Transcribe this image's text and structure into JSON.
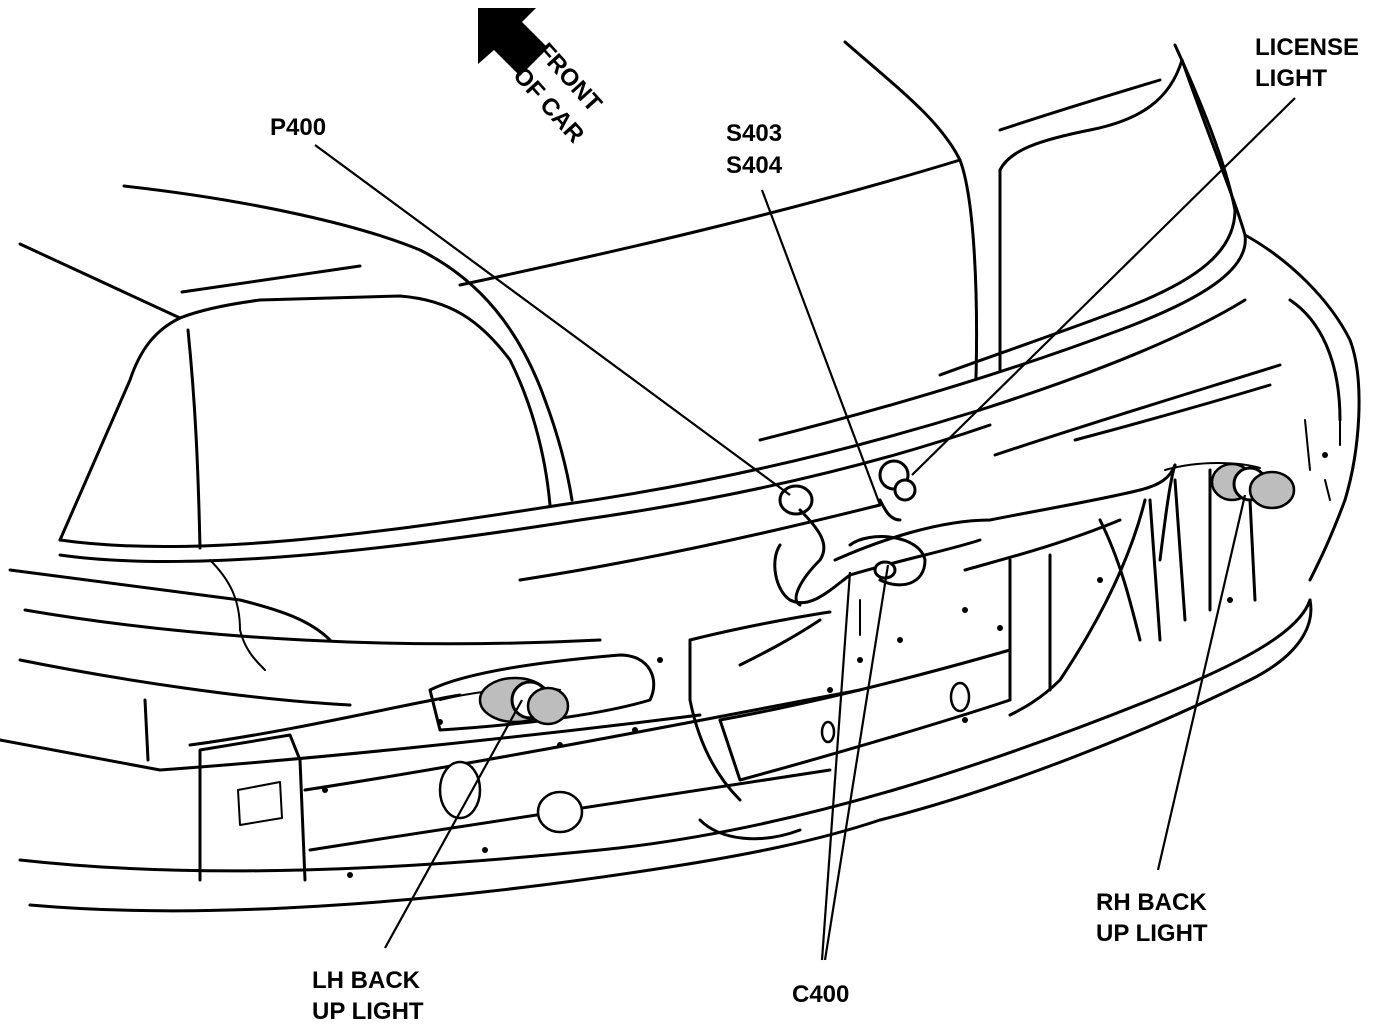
{
  "diagram": {
    "direction_label": {
      "line1": "FRONT",
      "line2": "OF CAR"
    },
    "callouts": {
      "p400": "P400",
      "s403": "S403",
      "s404": "S404",
      "license_light_1": "LICENSE",
      "license_light_2": "LIGHT",
      "lh_backup_1": "LH BACK",
      "lh_backup_2": "UP LIGHT",
      "c400": "C400",
      "rh_backup_1": "RH BACK",
      "rh_backup_2": "UP LIGHT"
    },
    "colors": {
      "line": "#000000",
      "background": "#ffffff",
      "bulb_fill": "#bdbdbd"
    }
  }
}
